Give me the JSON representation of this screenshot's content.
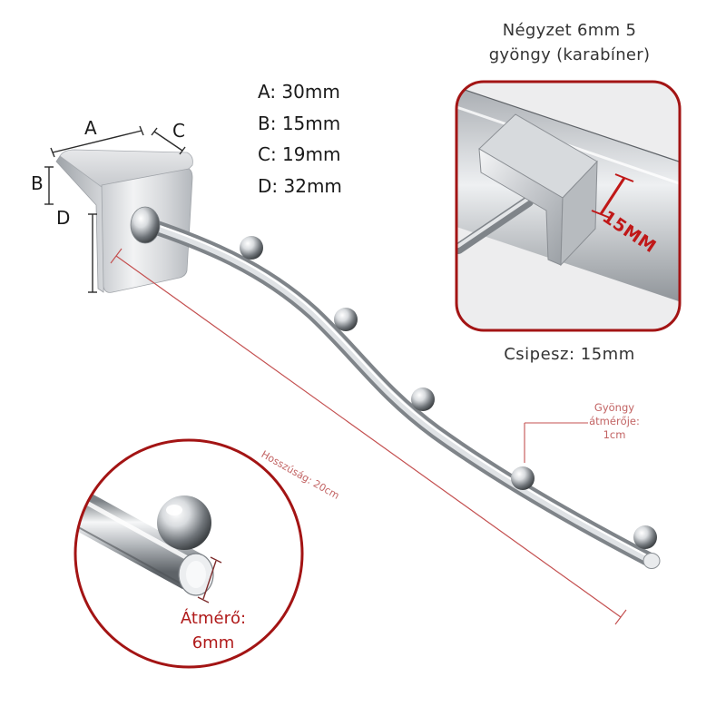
{
  "dimensions": {
    "a": "A: 30mm",
    "b": "B: 15mm",
    "c": "C: 19mm",
    "d": "D: 32mm"
  },
  "dimension_letters": {
    "a": "A",
    "b": "B",
    "c": "C",
    "d": "D"
  },
  "clamp_inset": {
    "title_line1": "Négyzet 6mm 5",
    "title_line2": "gyöngy (karabíner)",
    "dimension": "15MM",
    "caption": "Csipesz: 15mm"
  },
  "bead_note": {
    "line1": "Gyöngy",
    "line2": "átmérője:",
    "line3": "1cm"
  },
  "length_label": "Hosszúság: 20cm",
  "tube_inset": {
    "label_line1": "Átmérő:",
    "label_line2": "6mm"
  },
  "colors": {
    "accent_red": "#b01a1a",
    "annotation_red": "#c26363",
    "steel_dark": "#7b8086",
    "steel_light": "#f4f5f6"
  }
}
